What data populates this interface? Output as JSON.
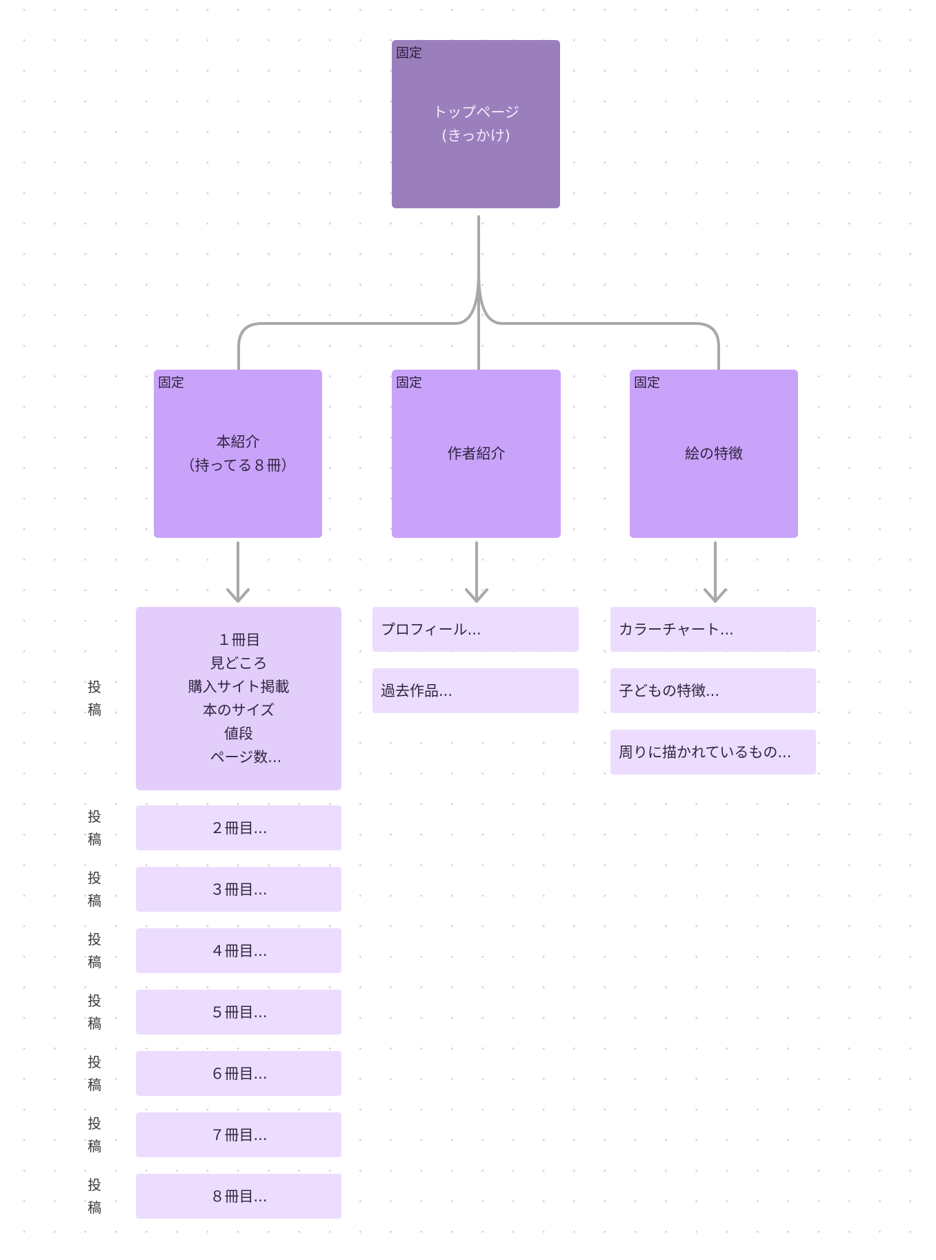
{
  "colors": {
    "root": "#9b7fbd",
    "level2": "#c9a2f9",
    "book_detail": "#e3cdfb",
    "leaf": "#ecdcfd",
    "connector": "#a8a8a8"
  },
  "root": {
    "tag": "固定",
    "label": "トップページ\n(きっかけ)"
  },
  "sections": [
    {
      "tag": "固定",
      "label": "本紹介\n（持ってる８冊）"
    },
    {
      "tag": "固定",
      "label": "作者紹介"
    },
    {
      "tag": "固定",
      "label": "絵の特徴"
    }
  ],
  "books": {
    "post_label": "投\n稿",
    "first": "１冊目\n見どころ\n購入サイト掲載\n本のサイズ\n値段\n　ページ数...",
    "others": [
      "２冊目...",
      "３冊目...",
      "４冊目...",
      "５冊目...",
      "６冊目...",
      "７冊目...",
      "８冊目..."
    ]
  },
  "author_items": [
    "プロフィール...",
    "過去作品..."
  ],
  "art_items": [
    "カラーチャート...",
    "子どもの特徴...",
    "周りに描かれているもの..."
  ]
}
